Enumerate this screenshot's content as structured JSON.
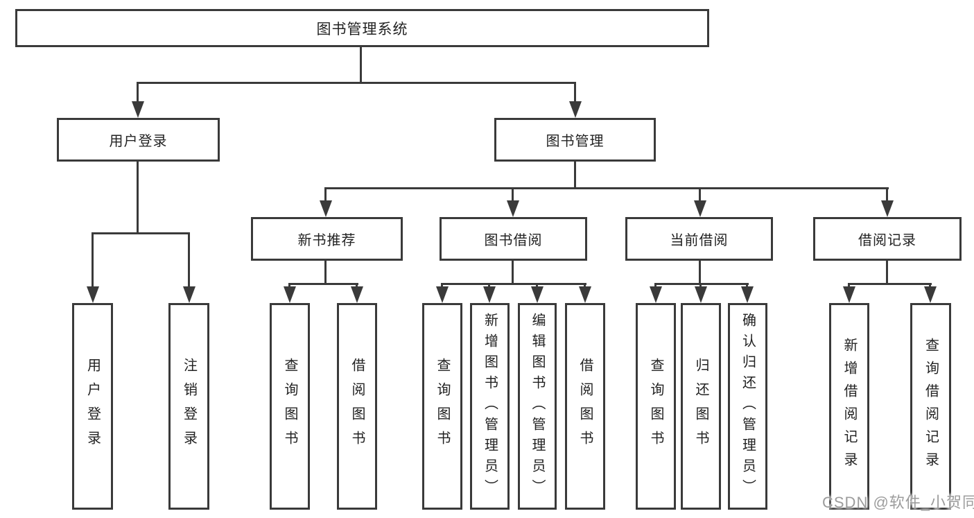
{
  "root": {
    "label": "图书管理系统"
  },
  "user": {
    "label": "用户登录",
    "children": [
      "用户登录",
      "注销登录"
    ]
  },
  "mgmt": {
    "label": "图书管理",
    "sections": [
      {
        "label": "新书推荐",
        "children": [
          "查询图书",
          "借阅图书"
        ]
      },
      {
        "label": "图书借阅",
        "children": [
          "查询图书",
          "新增图书（管理员）",
          "编辑图书（管理员）",
          "借阅图书"
        ]
      },
      {
        "label": "当前借阅",
        "children": [
          "查询图书",
          "归还图书",
          "确认归还（管理员）"
        ]
      },
      {
        "label": "借阅记录",
        "children": [
          "新增借阅记录",
          "查询借阅记录"
        ]
      }
    ]
  },
  "watermark": "CSDN @软件_小贺同学",
  "colors": {
    "line": "#3a3a3a",
    "text": "#222222",
    "watermark": "#9c9c9c",
    "background": "#ffffff"
  }
}
